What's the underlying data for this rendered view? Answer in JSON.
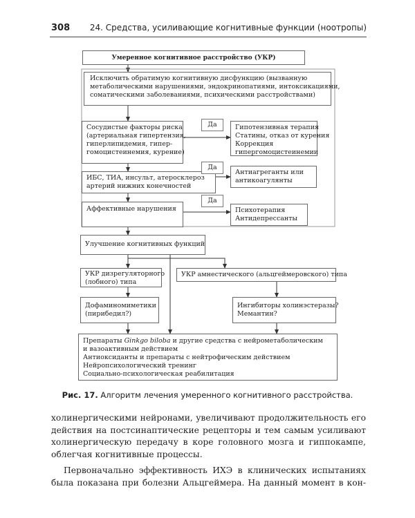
{
  "header": {
    "page_number": "308",
    "chapter_title": "24. Средства, усиливающие когнитивные функции (ноотропы)"
  },
  "flowchart": {
    "top": "Умеренное когнитивное расстройство (УКР)",
    "exclude": [
      "Исключить обратимую когнитивную дисфункцию (вызванную",
      "метаболическими нарушениями, эндокринопатиями, интоксикациями,",
      "соматическими заболеваниями, психическими расстройствами)"
    ],
    "risk": [
      "Сосудистые факторы риска",
      "(артериальная гипертензия,",
      "гиперлипидемия, гипер-",
      "гомоцистеинемия, курение)"
    ],
    "yes1": "Да",
    "therapy1": [
      "Гипотензивная терапия",
      "Статины, отказ от курения",
      "Коррекция",
      "гипергомоцистеинемии"
    ],
    "ischemic": [
      "ИБС, ТИА, инсульт, атеросклероз",
      "артерий нижних конечностей"
    ],
    "yes2": "Да",
    "therapy2": [
      "Антиагреганты или",
      "антикоагулянты"
    ],
    "affective": "Аффективные нарушения",
    "yes3": "Да",
    "therapy3": [
      "Психотерапия",
      "Антидепрессанты"
    ],
    "improve": "Улучшение когнитивных функций",
    "dysreg": [
      "УКР дизрегуляторного",
      "(лобного) типа"
    ],
    "amnestic": "УКР амнестического (альцгеймеровского) типа",
    "dopamine": [
      "Дофаминомиметики",
      "(пирибедил?)"
    ],
    "cholin": [
      "Ингибиторы холинэстеразы?",
      "Мемантин?"
    ],
    "final": {
      "ginkgo_pre": "Препараты ",
      "ginkgo_ital": "Ginkgo biloba",
      "ginkgo_post": " и другие средства с нейрометаболическим",
      "lines": [
        "и вазоактивным действием",
        "Антиоксиданты и препараты с нейтрофическим действием",
        "Нейропсихологический тренинг",
        "Социально-психологическая реабилитация"
      ]
    }
  },
  "caption": {
    "label": "Рис. 17.",
    "text": " Алгоритм лечения умеренного когнитивного расстройства."
  },
  "body_text": {
    "p1": [
      "холинергическими нейронами, увеличивают продолжительность его",
      "действия на постсинаптические рецепторы и тем самым усиливают",
      "холинергическую передачу в коре головного мозга и гиппокампе,",
      "облегчая когнитивные процессы."
    ],
    "p2": [
      "Первоначально эффективность ИХЭ в клинических испытаниях",
      "была показана при болезни Альцгеймера. На данный момент в кон-"
    ]
  }
}
